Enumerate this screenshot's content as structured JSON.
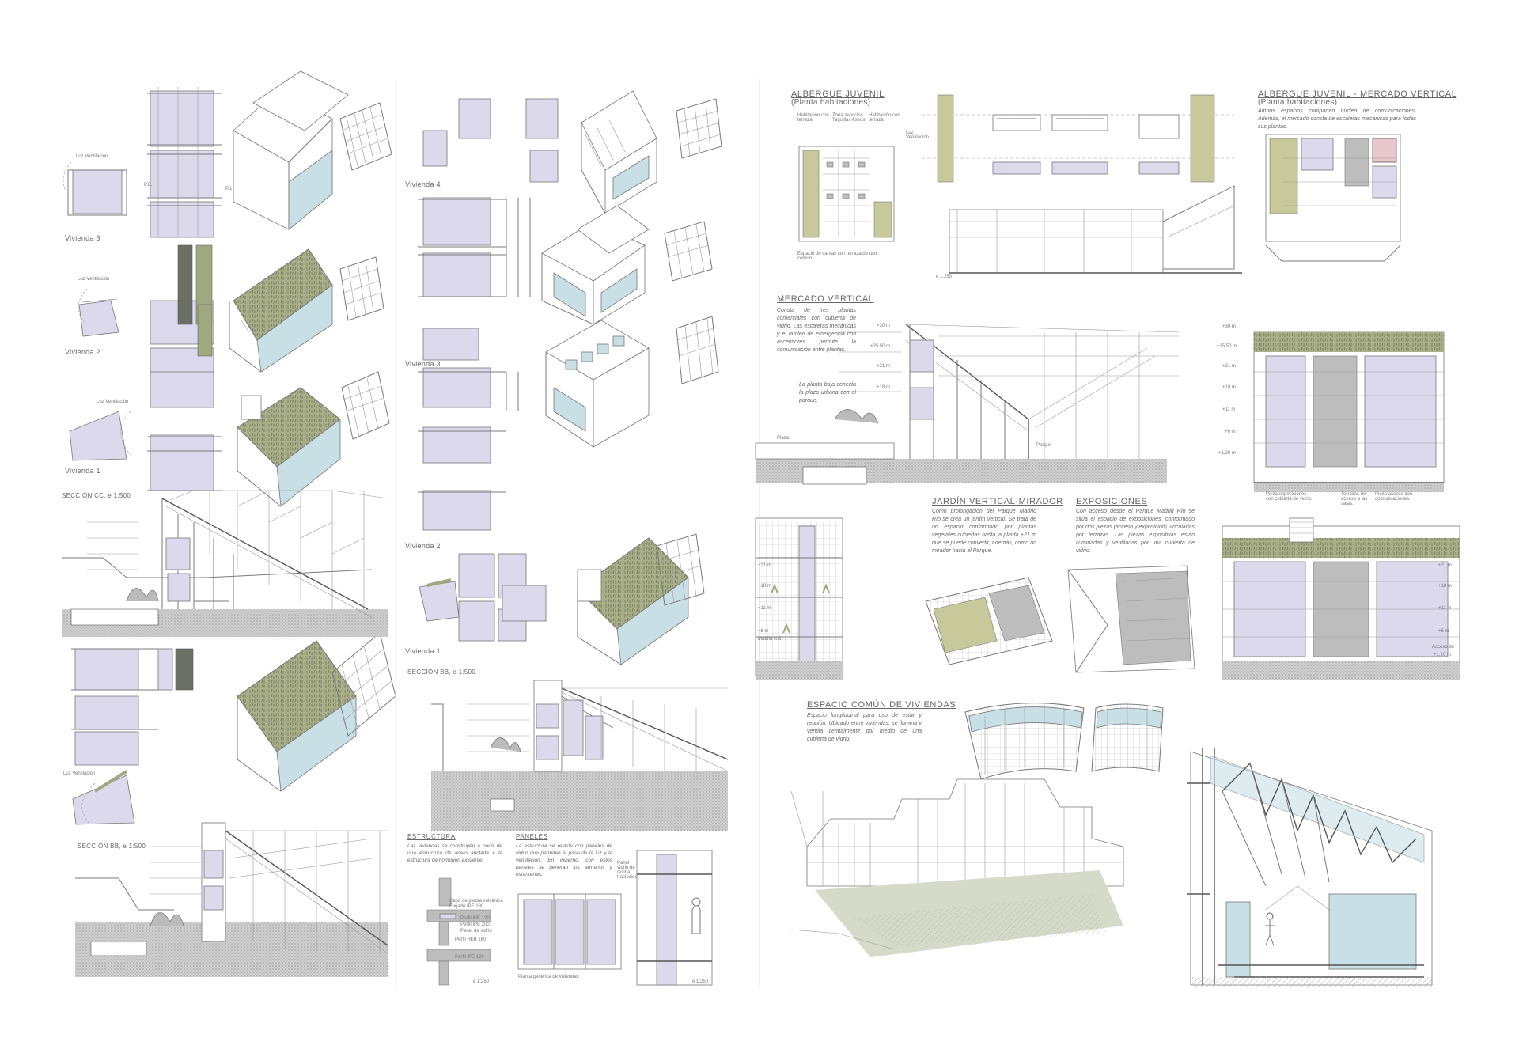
{
  "colors": {
    "lavender": "#dcd9ec",
    "sky": "#c9dfe6",
    "green": "#9fa980",
    "olive": "#c8c99a",
    "ink": "#555555"
  },
  "left_sheet": {
    "vivienda3": "Vivienda 3",
    "vivienda2": "Vivienda 2",
    "vivienda1": "Vivienda 1",
    "seccion_cc": "SECCIÓN CC, e 1:500",
    "seccion_bb": "SECCIÓN BB, e 1:500",
    "luz_label": "Luz Ventilación",
    "pb_label": "P.B.",
    "pj_label": "P.1"
  },
  "middle_sheet": {
    "vivienda4": "Vivienda 4",
    "vivienda3": "Vivienda 3",
    "vivienda2": "Vivienda 2",
    "vivienda1": "Vivienda 1",
    "seccion_bb": "SECCIÓN BB, e 1:500",
    "estructura_title": "ESTRUCTURA",
    "estructura_text": "Las viviendas se construyen a partir de una estructura de acero anclada a la estructura de hormigón existente.",
    "paneles_title": "PANELES",
    "paneles_text": "La estructura se reviste con paneles de vidrio que permiten el paso de la luz y la ventilación. En invierno, con estos paneles se generan los armarios y estanterías.",
    "escala": "e 1:250",
    "panel_note": "Panel vidrio de resina traslúcido",
    "planta_note": "Planta genérica de viviendas",
    "forjado_labels": [
      "Forjado IPE 180",
      "Capa de piedra volcánica",
      "Perfil IPE 120",
      "Perfil IPE 200",
      "Panel de vidrio",
      "Perfil HEB 160",
      "Perfil IPE 120"
    ]
  },
  "right_sheet": {
    "albergue_title": "ALBERGUE JUVENIL",
    "albergue_sub": "(Planta habitaciones)",
    "albergue_labels": [
      "Habitación con terraza",
      "Zona servicios Taquillas Aseos",
      "Habitación con terraza"
    ],
    "albergue_note": "Espacio de camas con terraza de uso común.",
    "luz_label": "Luz Ventilación",
    "escala": "e 1:250",
    "albergue_mv_title": "ALBERGUE JUVENIL - MERCADO VERTICAL",
    "albergue_mv_sub": "(Planta habitaciones)",
    "albergue_mv_text": "Ambos espacios comparten núcleo de comunicaciones. Además, el mercado consta de escaleras mecánicas para todas sus plantas.",
    "mercado_title": "MERCADO VERTICAL",
    "mercado_text_1": "Consta de tres plantas comerciales con cubierta de vidrio. Las escaleras mecánicas y el núcleo de emergencia con ascensores permite la comunicación entre plantas.",
    "mercado_text_2": "La planta baja conecta la plaza urbana con el parque.",
    "plaza_label": "Plaza",
    "parque_label": "Parque",
    "jardin_title": "JARDÍN VERTICAL-MIRADOR",
    "jardin_text": "Como prolongación del Parque Madrid Río se crea un jardín vertical. Se trata de un espacio conformado por plantas vegetales cubiertas hasta la planta +21 m que se puede convertir, además, como un mirador hacia el Parque.",
    "expo_title": "EXPOSICIONES",
    "expo_text": "Con acceso desde el Parque Madrid Río se sitúa el espacio de exposiciones, conformado por dos piezas (acceso y exposición) vinculadas por terrazas. Las piezas expositivas están iluminadas y ventiladas por una cubierta de vidrio.",
    "expo_labels": [
      "Pieza exposiciones con cubierta de vidrio.",
      "Terrazas de acceso a las salas.",
      "Pieza acceso con comunicaciones."
    ],
    "espacio_title": "ESPACIO COMÚN DE VIVIENDAS",
    "espacio_text": "Espacio longitudinal para uso de estar y reunión. Ubicado entre viviendas, se ilumina y ventila cenitalmente por medio de una cubierta de vidrio.",
    "madrid_rio": "Madrid Río",
    "acceso": "Acceso de",
    "levels_a": [
      "+30 m",
      "+25,50 m",
      "+21 m",
      "+18 m"
    ],
    "levels_b": [
      "+30 m",
      "+25,50 m",
      "+21 m",
      "+18 m",
      "+11 m",
      "+6 m",
      "+1,20 m"
    ],
    "levels_c": [
      "+21 m",
      "+18 m",
      "+11 m",
      "+6 m"
    ],
    "levels_d": [
      "+21 m",
      "+18 m",
      "+11 m",
      "+6 m",
      "+1,20 m"
    ]
  }
}
